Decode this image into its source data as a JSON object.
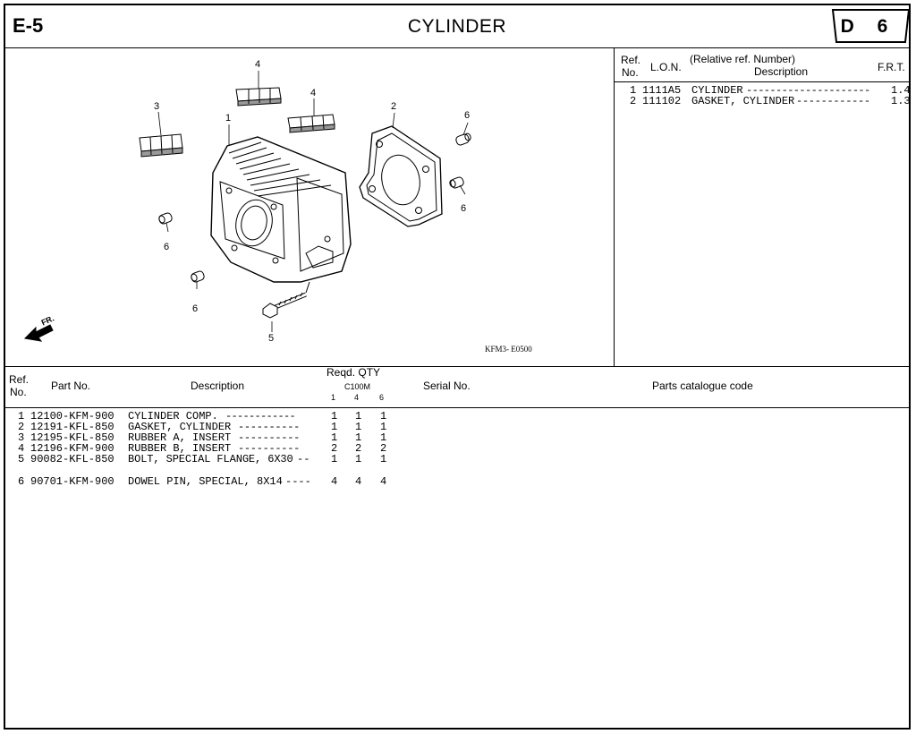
{
  "header": {
    "section_code": "E-5",
    "title": "CYLINDER",
    "badge": "D 6"
  },
  "ref_panel": {
    "col_ref": "Ref.",
    "col_no": "No.",
    "col_lon": "L.O.N.",
    "col_rel": "(Relative ref. Number)",
    "col_desc": "Description",
    "col_frt": "F.R.T.",
    "rows": [
      {
        "ref": "1",
        "lon": "1111A5",
        "desc": "CYLINDER",
        "dots": "---------------------",
        "frt": "1.4"
      },
      {
        "ref": "2",
        "lon": "111102",
        "desc": "GASKET, CYLINDER",
        "dots": "------------",
        "frt": "1.3"
      }
    ]
  },
  "diagram": {
    "callouts": [
      "4",
      "4",
      "3",
      "1",
      "2",
      "6",
      "6",
      "6",
      "6",
      "5"
    ],
    "direction_label": "FR.",
    "figure_code": "KFM3- E0500"
  },
  "parts_table": {
    "col_ref": "Ref.",
    "col_no": "No.",
    "col_partno": "Part No.",
    "col_desc": "Description",
    "col_reqd": "Reqd. QTY",
    "col_model": "C100M",
    "qty_cols": [
      "1",
      "4",
      "6"
    ],
    "col_serial": "Serial No.",
    "col_catalogue": "Parts catalogue code",
    "rows": [
      {
        "ref": "1",
        "part": "12100-KFM-900",
        "desc": "CYLINDER COMP.",
        "dots": "------------",
        "q": [
          "1",
          "1",
          "1"
        ]
      },
      {
        "ref": "2",
        "part": "12191-KFL-850",
        "desc": "GASKET, CYLINDER",
        "dots": "----------",
        "q": [
          "1",
          "1",
          "1"
        ]
      },
      {
        "ref": "3",
        "part": "12195-KFL-850",
        "desc": "RUBBER A, INSERT",
        "dots": "----------",
        "q": [
          "1",
          "1",
          "1"
        ]
      },
      {
        "ref": "4",
        "part": "12196-KFM-900",
        "desc": "RUBBER B, INSERT",
        "dots": "----------",
        "q": [
          "2",
          "2",
          "2"
        ]
      },
      {
        "ref": "5",
        "part": "90082-KFL-850",
        "desc": "BOLT, SPECIAL FLANGE, 6X30",
        "dots": "--",
        "q": [
          "1",
          "1",
          "1"
        ]
      },
      {
        "ref": "6",
        "part": "90701-KFM-900",
        "desc": "DOWEL PIN, SPECIAL, 8X14",
        "dots": "----",
        "q": [
          "4",
          "4",
          "4"
        ]
      }
    ]
  }
}
